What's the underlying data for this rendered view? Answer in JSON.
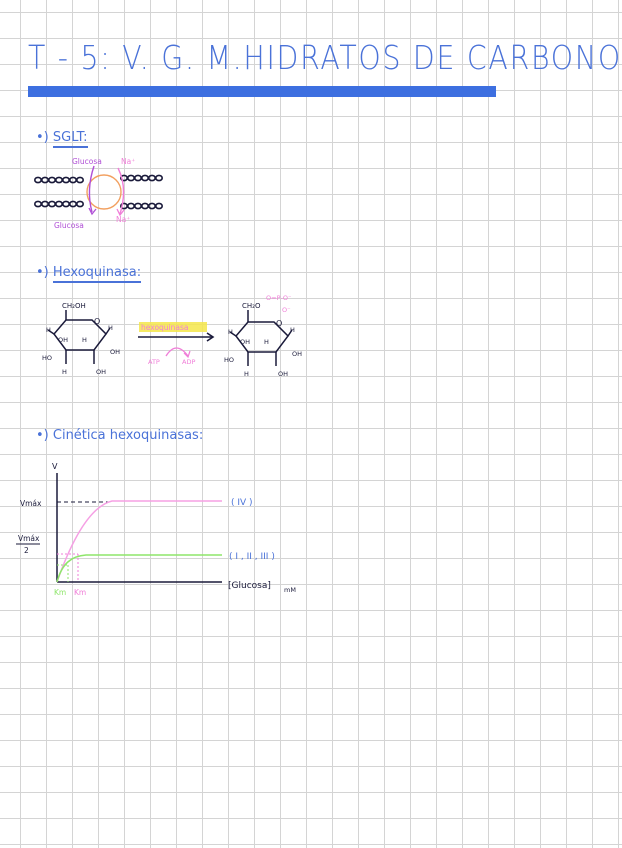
{
  "title": "T - 5: V. G. M.HIDRATOS   DE   CARBONO",
  "colors": {
    "blue": "#3d6fe0",
    "pink": "#f07ed8",
    "purple": "#b04fd6",
    "green": "#8ee66a",
    "orange": "#f2a060",
    "yellow": "#f5e64a"
  },
  "sglt": {
    "heading": "SGLT:",
    "glucose_top": "Glucosa",
    "glucose_bottom": "Glucosa",
    "na_top": "Na⁺",
    "na_bottom": "Na⁺"
  },
  "hexoquinasa": {
    "heading": "Hexoquinasa:",
    "enzyme": "hexoquinasa",
    "atp": "ATP",
    "adp": "ADP",
    "glucose": {
      "ch2oh": "CH₂OH",
      "o": "O",
      "h_labels": [
        "H",
        "H",
        "H",
        "H"
      ],
      "oh_labels": [
        "OH",
        "OH",
        "OH"
      ],
      "ho": "HO"
    },
    "g6p": {
      "ch2o": "CH₂O",
      "phosphate": "O=P-O⁻",
      "o_minus": "O⁻",
      "o": "O",
      "h_labels": [
        "H",
        "H",
        "H",
        "H"
      ],
      "oh_labels": [
        "OH",
        "OH",
        "OH"
      ],
      "ho": "HO"
    }
  },
  "kinetics": {
    "heading": "Cinética hexoquinasas:",
    "y_label": "V",
    "vmax_label": "Vmáx",
    "half_vmax_num": "Vmáx",
    "half_vmax_den": "2",
    "x_label": "[Glucosa]",
    "x_unit": "mM",
    "series_iv_label": "( IV )",
    "series_i_iii_label": "( I , II , III )",
    "km_green": "Km",
    "km_pink": "Km"
  }
}
